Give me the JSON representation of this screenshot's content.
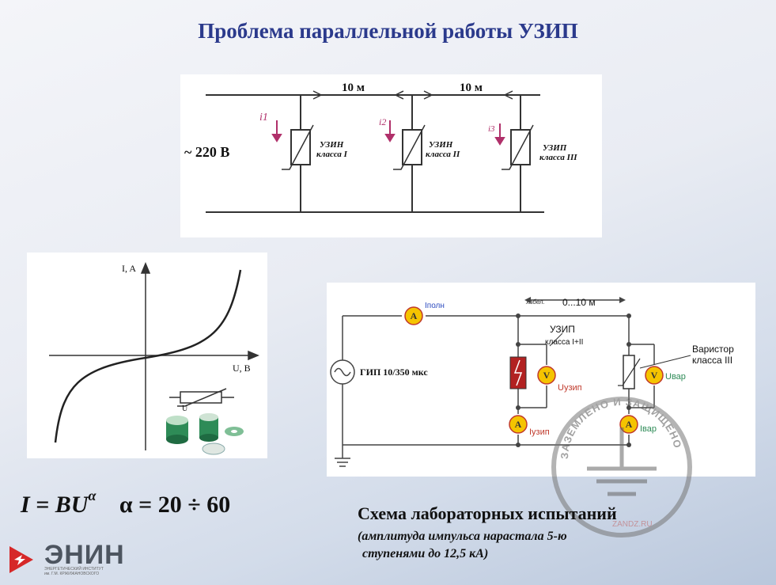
{
  "title": "Проблема параллельной работы УЗИП",
  "top_circuit": {
    "voltage": "~ 220 В",
    "distance_1": "10 м",
    "distance_2": "10 м",
    "currents": [
      "i1",
      "i2",
      "i3"
    ],
    "spd_labels": [
      {
        "line1": "УЗИН",
        "line2": "класса I"
      },
      {
        "line1": "УЗИН",
        "line2": "класса II"
      },
      {
        "line1": "УЗИП",
        "line2": "класса III"
      }
    ]
  },
  "iv_graph": {
    "ylabel": "I, A",
    "xlabel": "U, B",
    "component_label": "U"
  },
  "lab_circuit": {
    "generator_label": "ГИП 10/350 мкс",
    "current_total": "Iполн",
    "distance_prefix": "хабел.",
    "distance_value": "0...10 м",
    "spd_label_1": "УЗИП",
    "spd_label_2": "класса I+II",
    "varistor_label_1": "Варистор",
    "varistor_label_2": "класса III",
    "u_spd": "Uузип",
    "u_var": "Uвар",
    "i_spd": "Iузип",
    "i_var": "Iвар",
    "ammeter_symbol": "A",
    "voltmeter_symbol": "V",
    "colors": {
      "meter_fill": "#f5c400",
      "meter_stroke": "#c0392b",
      "spd_fill": "#b22222",
      "wire": "#444444"
    }
  },
  "formula": {
    "main": "I = BU",
    "exponent": "α",
    "range": "α = 20 ÷ 60"
  },
  "caption": {
    "title": "Схема лабораторных испытаний",
    "line1": "(амплитуда импульса нарастала 5-ю",
    "line2": "ступенями до 12,5 кА)"
  },
  "logo": {
    "text": "ЭНИН",
    "sub1": "ЭНЕРГЕТИЧЕСКИЙ ИНСТИТУТ",
    "sub2": "им. Г.М. КРЖИЖАНОВСКОГО"
  },
  "stamp": {
    "text": "ЗАЗЕМЛЕНО И ЗАЩИЩЕНО",
    "sub": "ZANDZ.RU"
  }
}
